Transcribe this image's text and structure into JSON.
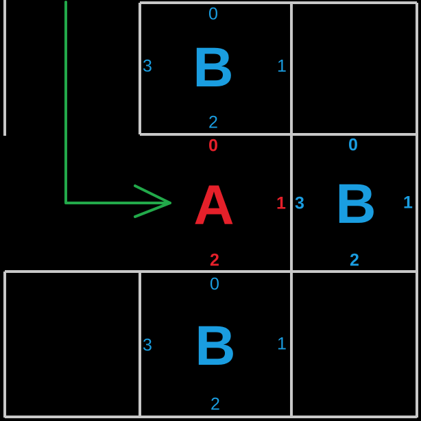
{
  "colors": {
    "background": "#000000",
    "grid": "#c8c8c8",
    "blue": "#1a9de0",
    "red": "#e5202a",
    "arrow": "#22a94a"
  },
  "cell_top": {
    "letter": "B",
    "top": "0",
    "right": "1",
    "bottom": "2",
    "left": "3"
  },
  "cell_center": {
    "letter": "A",
    "top": "0",
    "right": "1",
    "bottom": "2"
  },
  "cell_right": {
    "letter": "B",
    "top": "0",
    "right": "1",
    "bottom": "2",
    "left": "3"
  },
  "cell_bottom": {
    "letter": "B",
    "top": "0",
    "right": "1",
    "bottom": "2",
    "left": "3"
  }
}
